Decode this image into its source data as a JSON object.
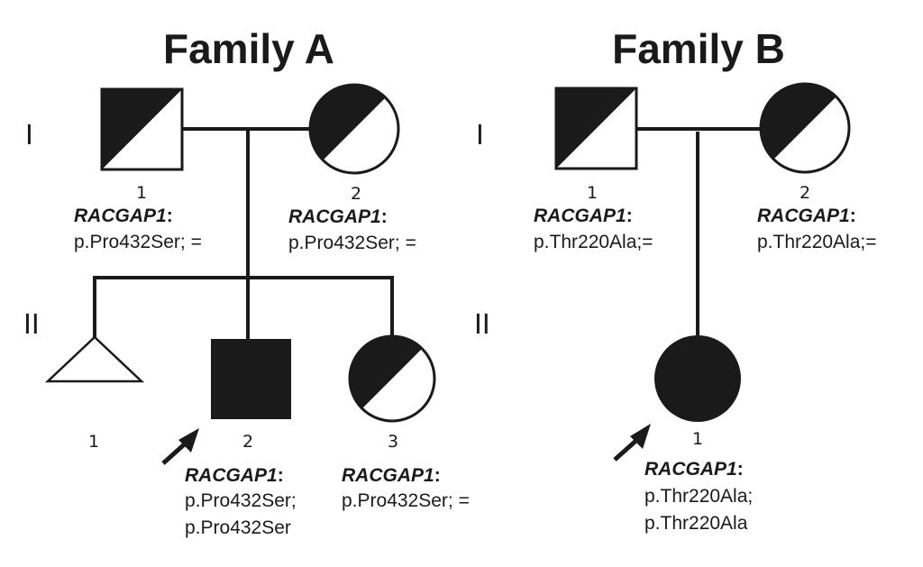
{
  "families": [
    {
      "title": "Family A",
      "generations": [
        "I",
        "II"
      ],
      "individuals": [
        {
          "id": "I-1",
          "number": "1",
          "sex": "male",
          "status": "carrier",
          "gene": "RACGAP1",
          "colon": ":",
          "genotype": [
            "p.Pro432Ser; ="
          ]
        },
        {
          "id": "I-2",
          "number": "2",
          "sex": "female",
          "status": "carrier",
          "gene": "RACGAP1",
          "colon": ":",
          "genotype": [
            "p.Pro432Ser; ="
          ]
        },
        {
          "id": "II-1",
          "number": "1",
          "sex": "miscarriage",
          "status": "unaffected",
          "gene": "",
          "genotype": []
        },
        {
          "id": "II-2",
          "number": "2",
          "sex": "male",
          "status": "affected",
          "proband": true,
          "gene": "RACGAP1",
          "colon": ":",
          "genotype": [
            "p.Pro432Ser;",
            "p.Pro432Ser"
          ]
        },
        {
          "id": "II-3",
          "number": "3",
          "sex": "female",
          "status": "carrier",
          "gene": "RACGAP1",
          "colon": ":",
          "genotype": [
            "p.Pro432Ser; ="
          ]
        }
      ]
    },
    {
      "title": "Family B",
      "generations": [
        "I",
        "II"
      ],
      "individuals": [
        {
          "id": "I-1",
          "number": "1",
          "sex": "male",
          "status": "carrier",
          "gene": "RACGAP1",
          "colon": ":",
          "genotype": [
            "p.Thr220Ala;="
          ]
        },
        {
          "id": "I-2",
          "number": "2",
          "sex": "female",
          "status": "carrier",
          "gene": "RACGAP1",
          "colon": ":",
          "genotype": [
            "p.Thr220Ala;="
          ]
        },
        {
          "id": "II-1",
          "number": "1",
          "sex": "female",
          "status": "affected",
          "proband": true,
          "gene": "RACGAP1",
          "colon": ":",
          "genotype": [
            "p.Thr220Ala;",
            "p.Thr220Ala"
          ]
        }
      ]
    }
  ],
  "colors": {
    "ink": "#1a1a1a",
    "background": "#ffffff"
  }
}
